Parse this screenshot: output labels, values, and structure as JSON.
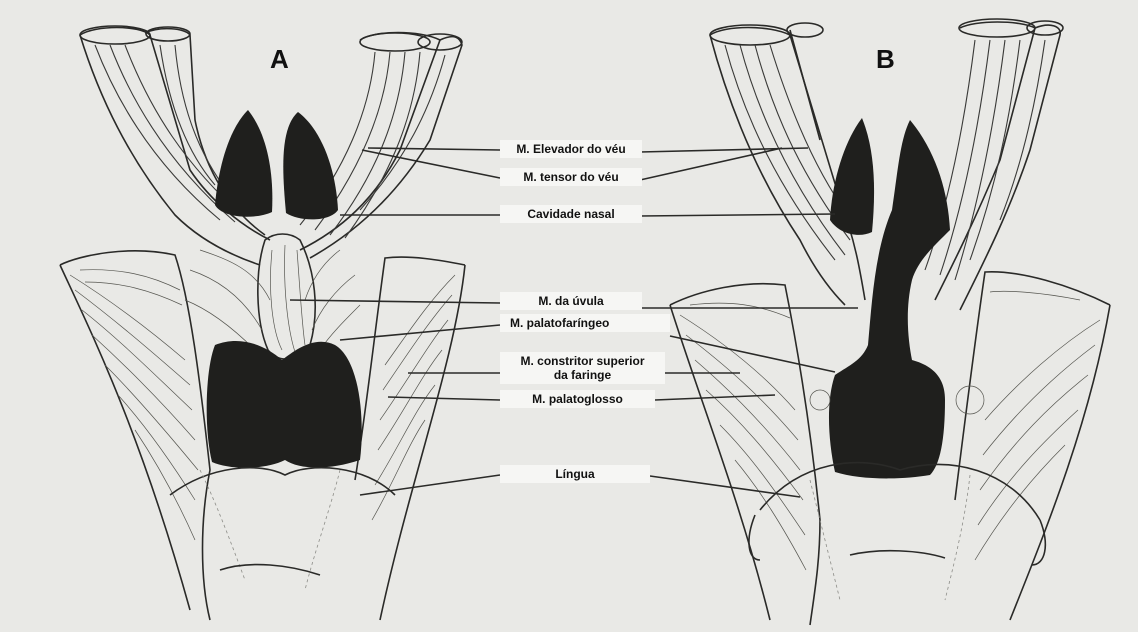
{
  "panels": {
    "a": "A",
    "b": "B"
  },
  "labels": {
    "elevador": "M. Elevador do véu",
    "tensor": "M. tensor do véu",
    "cavidade": "Cavidade nasal",
    "uvula": "M. da úvula",
    "palatofaringeo": "M. palatofaríngeo",
    "constritor_line1": "M. constritor superior",
    "constritor_line2": "da faringe",
    "palatoglosso": "M. palatoglosso",
    "lingua": "Língua"
  },
  "colors": {
    "background": "#e9e9e6",
    "ink": "#2a2a28",
    "dark_region": "#1f1f1d"
  }
}
